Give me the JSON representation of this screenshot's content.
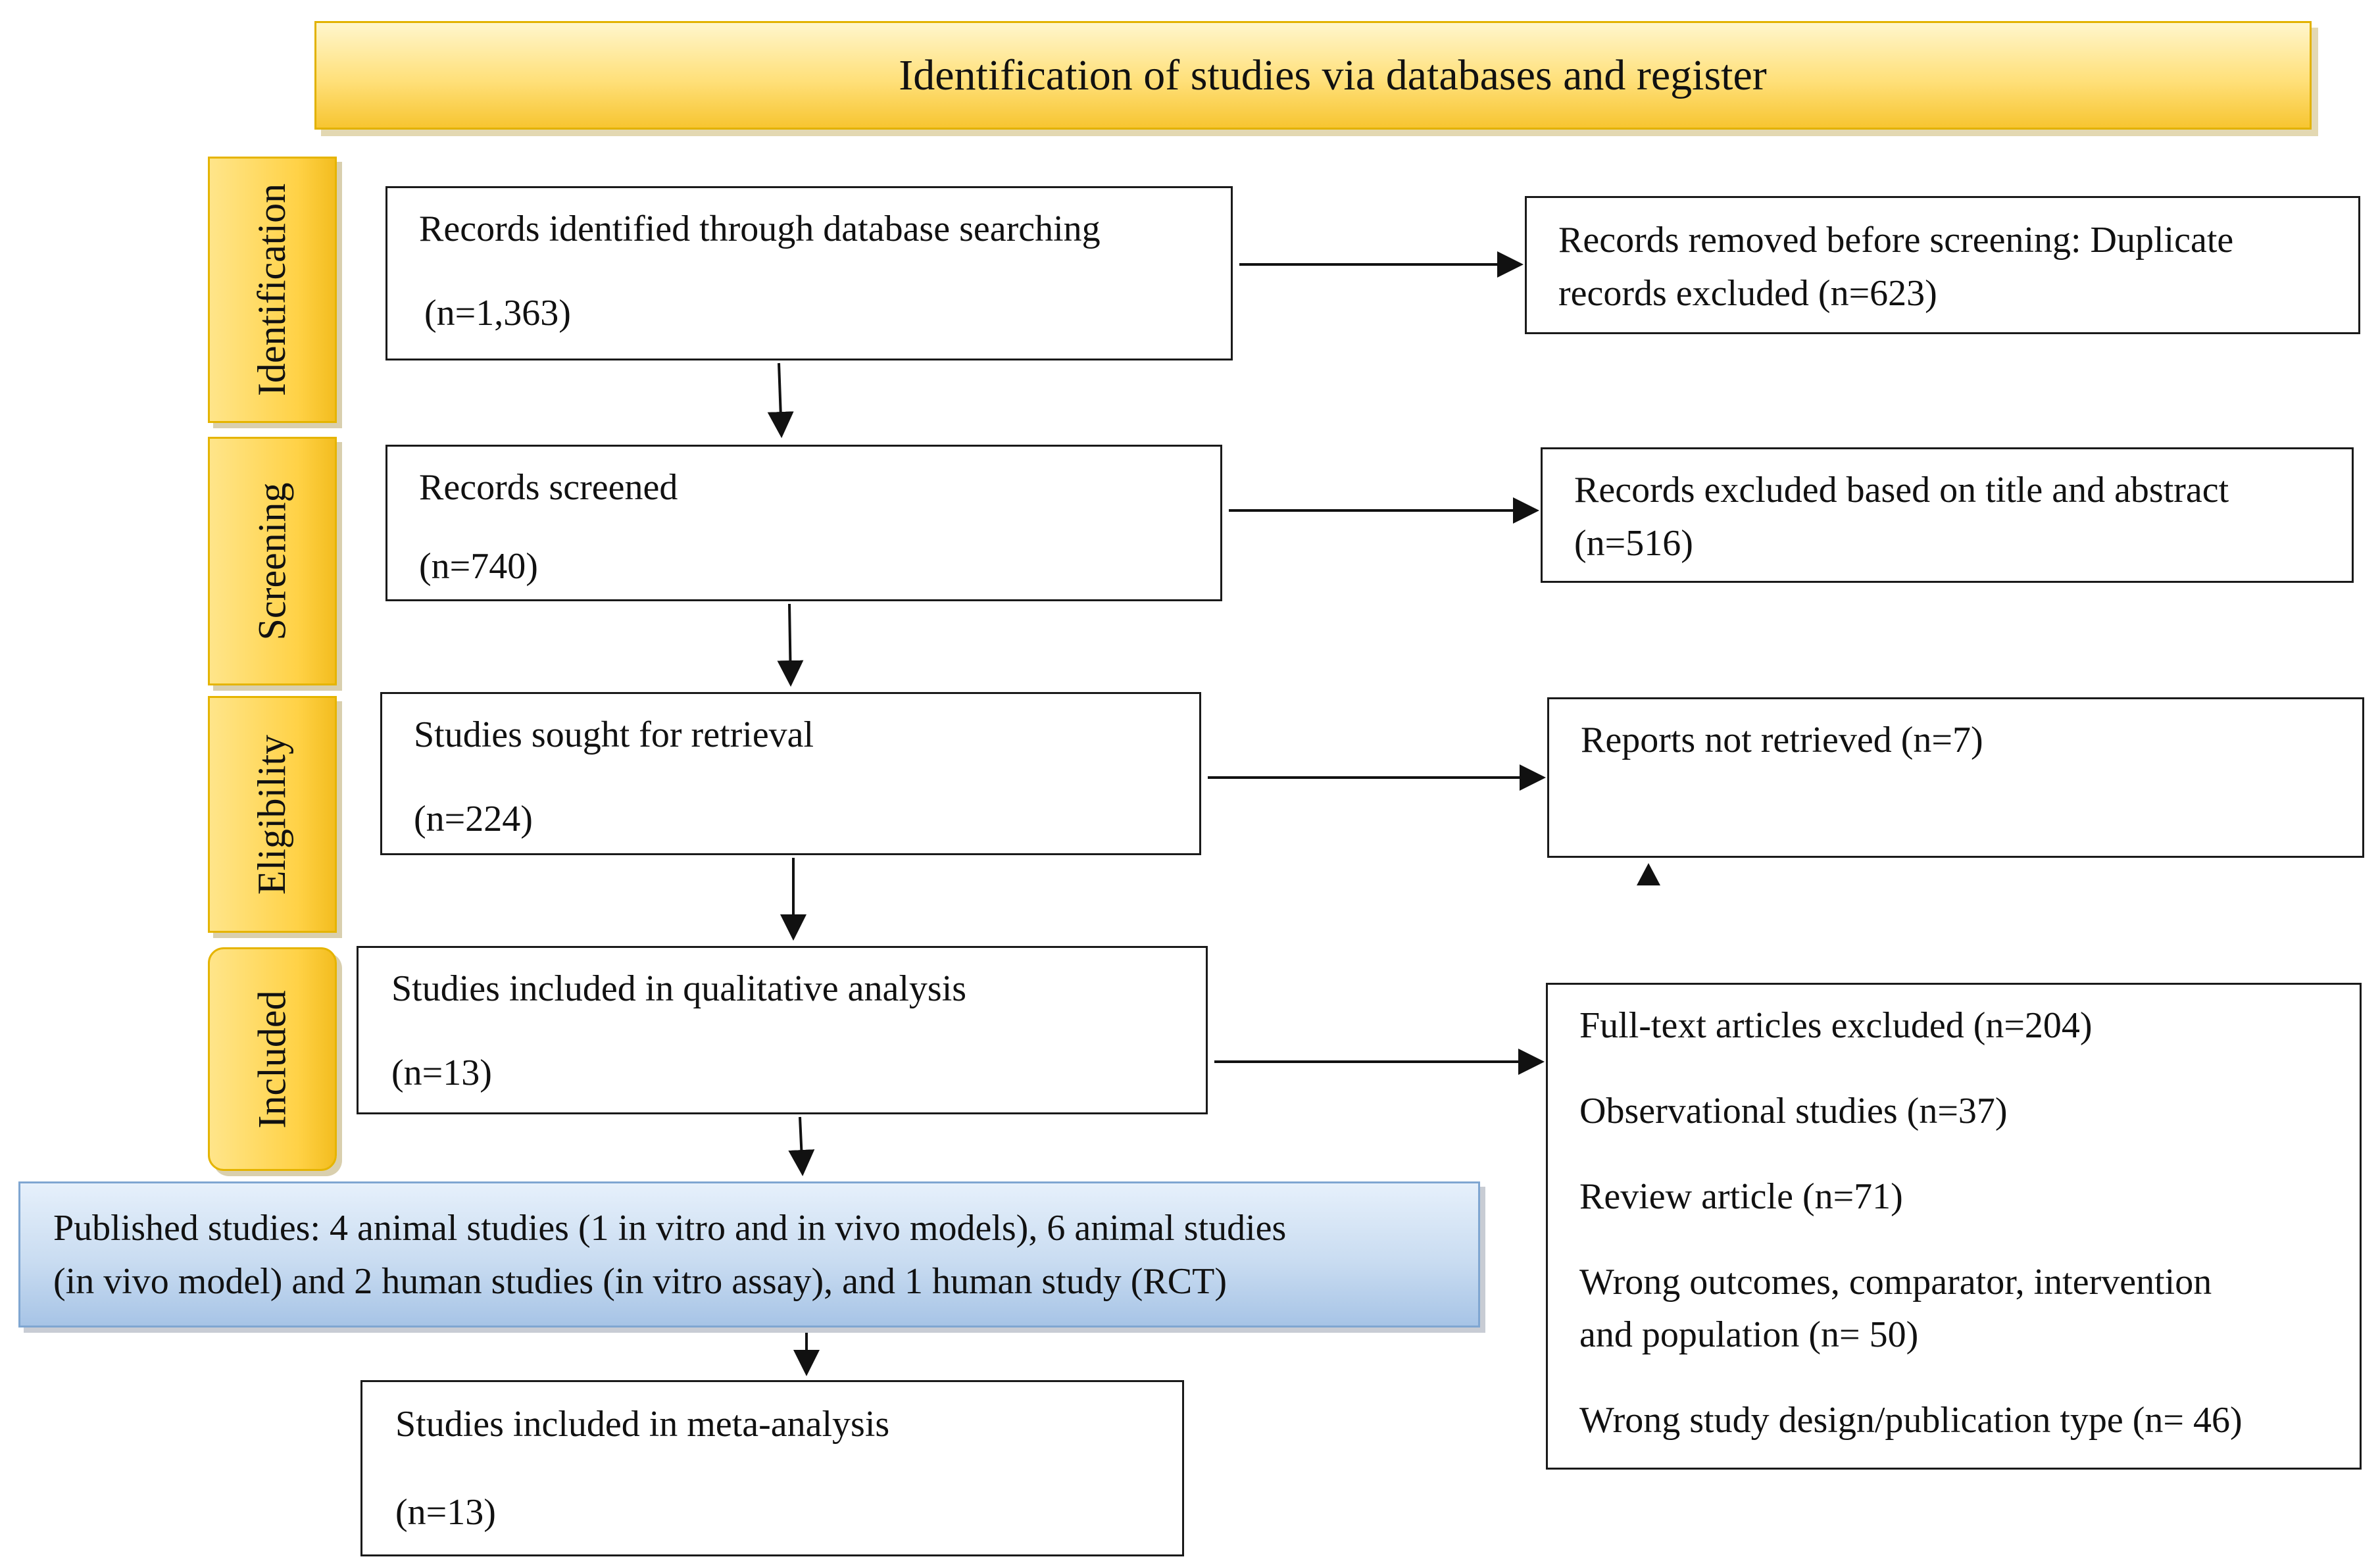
{
  "header": {
    "title": "Identification of studies via databases and register"
  },
  "stages": {
    "identification": "Identification",
    "screening": "Screening",
    "eligibility": "Eligibility",
    "included": "Included"
  },
  "main": {
    "identified": {
      "line1": "Records identified through database searching",
      "line2": "(n=1,363)"
    },
    "screened": {
      "line1": "Records screened",
      "line2": "(n=740)"
    },
    "retrieval": {
      "line1": "Studies sought for retrieval",
      "line2": "(n=224)"
    },
    "qualitative": {
      "line1": "Studies included in qualitative analysis",
      "line2": "(n=13)"
    },
    "published": {
      "line1": "Published studies: 4 animal studies (1 in vitro and in vivo models), 6 animal studies",
      "line2": "(in vivo model) and 2 human studies (in vitro assay), and 1 human study (RCT)"
    },
    "meta": {
      "line1": "Studies included in meta-analysis",
      "line2": "(n=13)"
    }
  },
  "side": {
    "removed": {
      "line1": "Records removed before screening: Duplicate",
      "line2": "records excluded (n=623)"
    },
    "excluded_ta": {
      "line1": "Records excluded based on title and abstract",
      "line2": "(n=516)"
    },
    "not_retrieved": {
      "line1": "Reports not retrieved (n=7)"
    },
    "fulltext": {
      "line1": "Full-text articles excluded (n=204)",
      "line2": "Observational studies (n=37)",
      "line3": "Review article (n=71)",
      "line4": "Wrong outcomes, comparator, intervention",
      "line5": "and population (n= 50)",
      "line6": "Wrong study design/publication type (n= 46)"
    }
  }
}
